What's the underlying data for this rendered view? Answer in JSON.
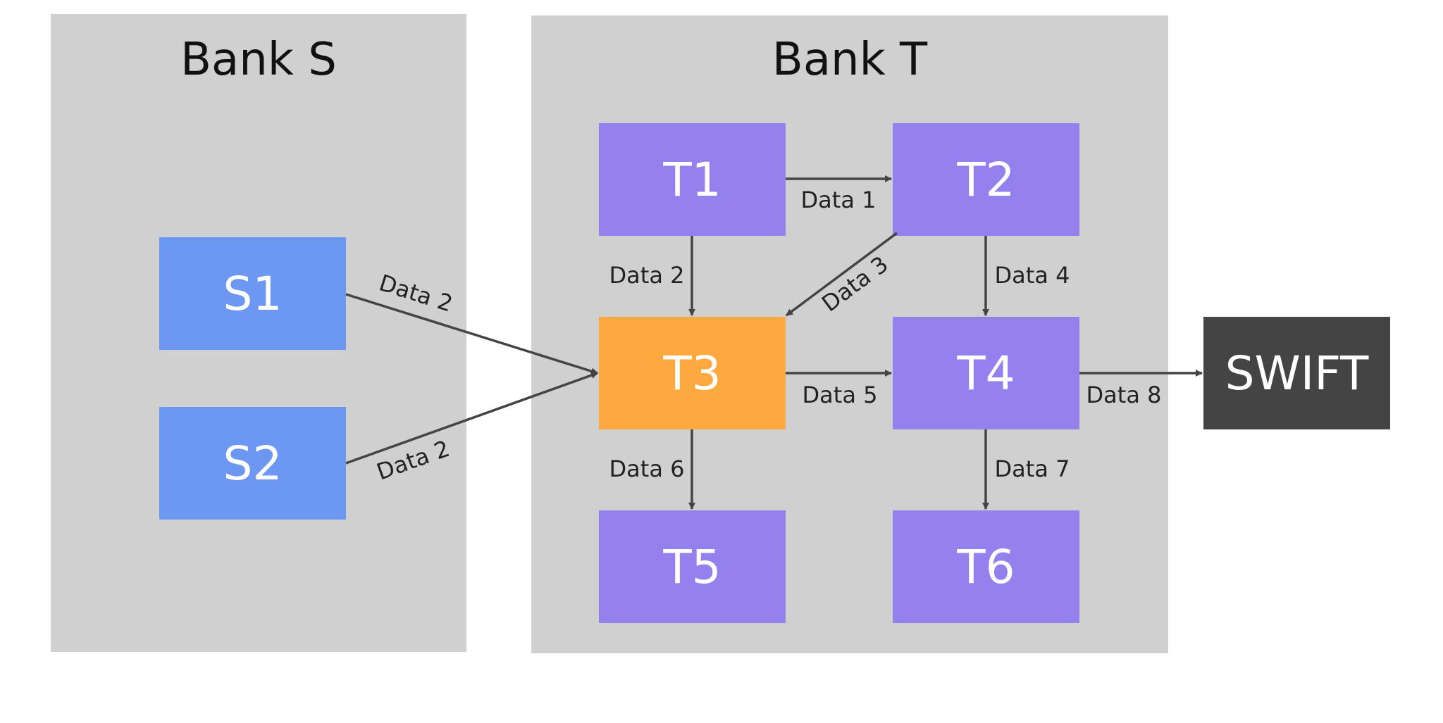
{
  "colors": {
    "bank_fill": "#d0d0d0",
    "source_node": "#6d98f2",
    "target_node": "#9581ee",
    "highlight_node": "#fea93f",
    "external_node": "#444444",
    "edge": "#444444"
  },
  "groups": {
    "bank_s": {
      "title": "Bank S"
    },
    "bank_t": {
      "title": "Bank T"
    }
  },
  "nodes": {
    "s1": {
      "label": "S1"
    },
    "s2": {
      "label": "S2"
    },
    "t1": {
      "label": "T1"
    },
    "t2": {
      "label": "T2"
    },
    "t3": {
      "label": "T3"
    },
    "t4": {
      "label": "T4"
    },
    "t5": {
      "label": "T5"
    },
    "t6": {
      "label": "T6"
    },
    "swift": {
      "label": "SWIFT"
    }
  },
  "edges": [
    {
      "from": "T1",
      "to": "T2",
      "label": "Data 1"
    },
    {
      "from": "T1",
      "to": "T3",
      "label": "Data 2"
    },
    {
      "from": "T2",
      "to": "T3",
      "label": "Data 3"
    },
    {
      "from": "T2",
      "to": "T4",
      "label": "Data 4"
    },
    {
      "from": "S1",
      "to": "T3",
      "label": "Data 2"
    },
    {
      "from": "S2",
      "to": "T3",
      "label": "Data 2"
    },
    {
      "from": "T3",
      "to": "T4",
      "label": "Data 5"
    },
    {
      "from": "T3",
      "to": "T5",
      "label": "Data 6"
    },
    {
      "from": "T4",
      "to": "T6",
      "label": "Data 7"
    },
    {
      "from": "T4",
      "to": "SWIFT",
      "label": "Data 8"
    }
  ]
}
